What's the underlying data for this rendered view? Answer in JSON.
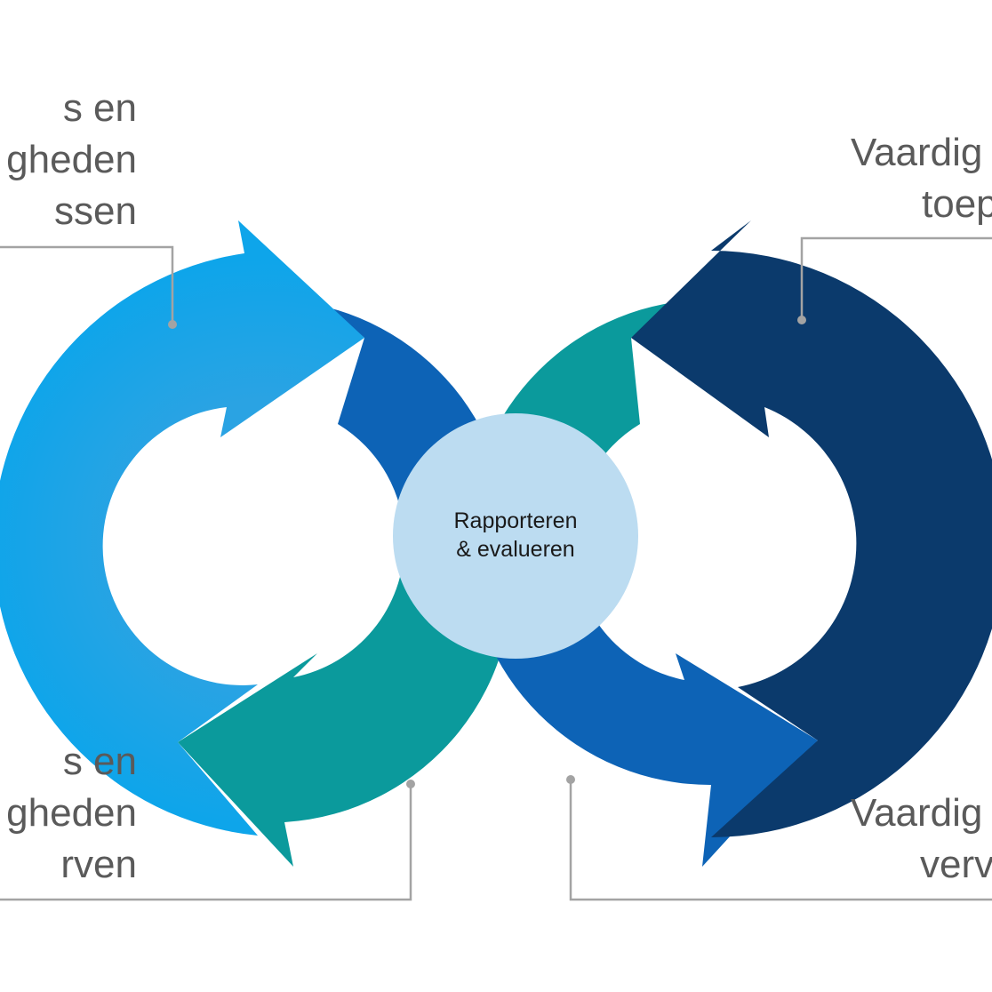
{
  "labels": {
    "top_left": [
      "s en",
      "gheden",
      "ssen"
    ],
    "top_right": [
      "Vaardig",
      "toep"
    ],
    "bottom_left": [
      "s en",
      "gheden",
      "rven"
    ],
    "bottom_right": [
      "Vaardig",
      "verv"
    ]
  },
  "center": {
    "line1": "Rapporteren",
    "line2": "& evalueren"
  },
  "colors": {
    "light_blue": "#0ea5ea",
    "mid_blue": "#0d63b6",
    "teal": "#0b9a9c",
    "navy": "#0b3a6c",
    "center_circle": "#bcdcf1",
    "connector": "#a3a3a3"
  }
}
